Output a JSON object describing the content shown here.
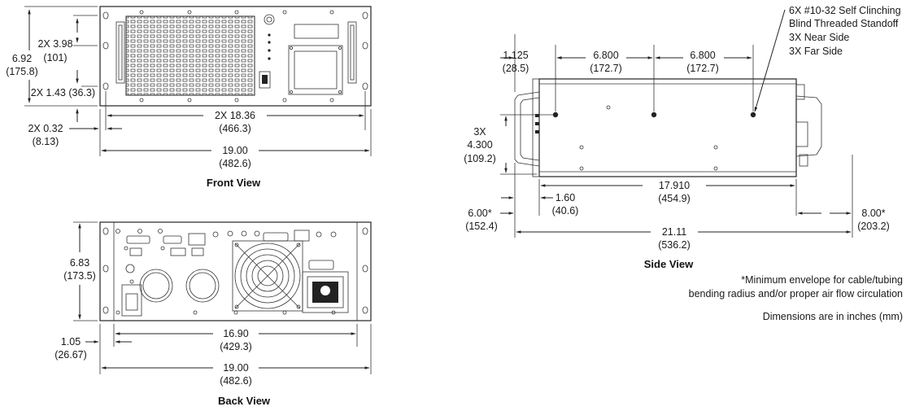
{
  "front_view": {
    "caption": "Front View",
    "height": [
      "6.92",
      "(175.8)"
    ],
    "handle_hole_spacing": [
      "2X 3.98",
      "(101)"
    ],
    "bottom_hole": "2X 1.43 (36.3)",
    "hole_to_hole": [
      "2X 18.36",
      "(466.3)"
    ],
    "edge_offset": [
      "2X 0.32",
      "(8.13)"
    ],
    "width": [
      "19.00",
      "(482.6)"
    ]
  },
  "back_view": {
    "caption": "Back View",
    "height": [
      "6.83",
      "(173.5)"
    ],
    "edge_offset": [
      "1.05",
      "(26.67)"
    ],
    "chassis_width": [
      "16.90",
      "(429.3)"
    ],
    "width": [
      "19.00",
      "(482.6)"
    ]
  },
  "side_view": {
    "caption": "Side View",
    "standoff_note": [
      "6X #10-32 Self Clinching",
      "Blind Threaded Standoff",
      "3X Near Side",
      "3X Far Side"
    ],
    "first_offset": [
      "1.125",
      "(28.5)"
    ],
    "spacing_1": [
      "6.800",
      "(172.7)"
    ],
    "spacing_2": [
      "6.800",
      "(172.7)"
    ],
    "vertical": [
      "3X",
      "4.300",
      "(109.2)"
    ],
    "body_length": [
      "17.910",
      "(454.9)"
    ],
    "front_depth": [
      "1.60",
      "(40.6)"
    ],
    "front_clearance": [
      "6.00*",
      "(152.4)"
    ],
    "rear_clearance": [
      "8.00*",
      "(203.2)"
    ],
    "overall_length": [
      "21.11",
      "(536.2)"
    ]
  },
  "notes": {
    "envelope": [
      "*Minimum envelope for cable/tubing",
      "bending radius and/or proper air flow circulation"
    ],
    "units": "Dimensions are in inches (mm)"
  }
}
